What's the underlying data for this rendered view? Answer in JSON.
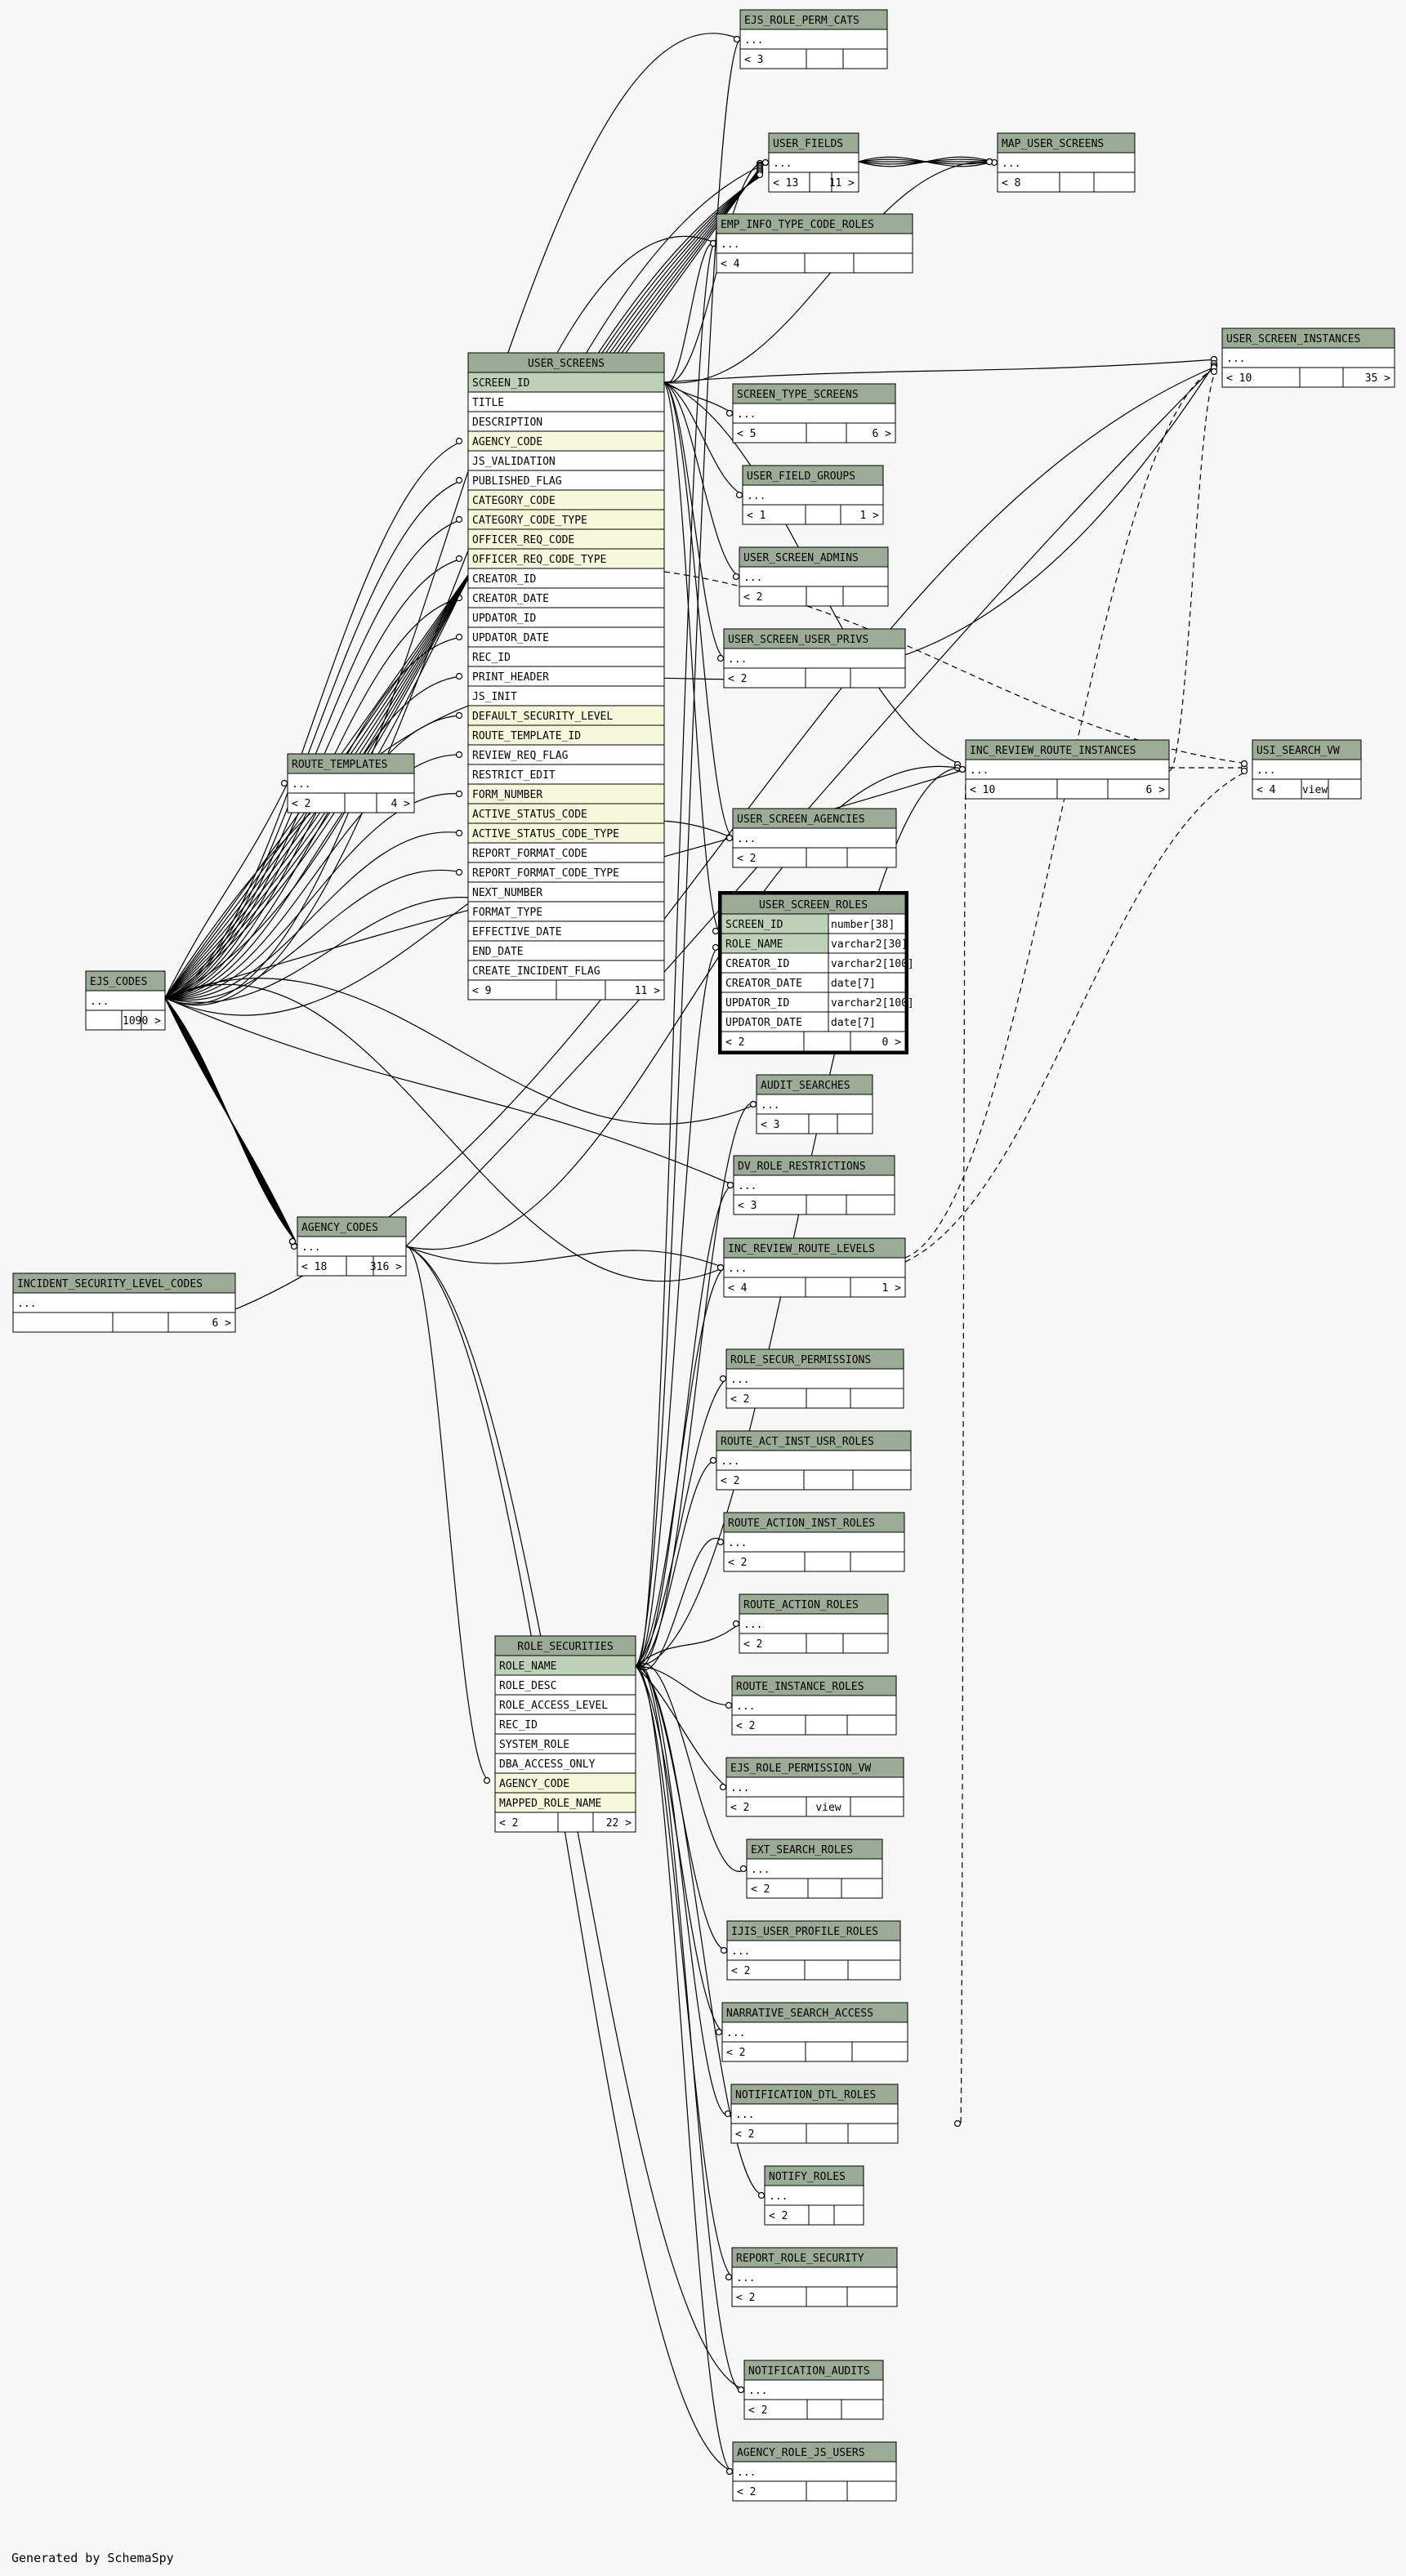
{
  "footer": "Generated by SchemaSpy",
  "colors": {
    "header": "#9bab96",
    "key": "#bed1b8",
    "fk": "#f4f7da",
    "body": "#ffffff",
    "line": "#000000",
    "background": "#f7f7f7"
  },
  "tables": [
    {
      "id": "ejs_role_perm_cats",
      "name": "EJS_ROLE_PERM_CATS",
      "body": "...",
      "footer": [
        "< 3",
        "",
        ""
      ]
    },
    {
      "id": "user_fields",
      "name": "USER_FIELDS",
      "body": "...",
      "footer": [
        "< 13",
        "",
        "11 >"
      ]
    },
    {
      "id": "map_user_screens",
      "name": "MAP_USER_SCREENS",
      "body": "...",
      "footer": [
        "< 8",
        "",
        ""
      ]
    },
    {
      "id": "emp_info_type_code_roles",
      "name": "EMP_INFO_TYPE_CODE_ROLES",
      "body": "...",
      "footer": [
        "< 4",
        "",
        ""
      ]
    },
    {
      "id": "user_screen_instances",
      "name": "USER_SCREEN_INSTANCES",
      "body": "...",
      "footer": [
        "< 10",
        "",
        "35 >"
      ]
    },
    {
      "id": "screen_type_screens",
      "name": "SCREEN_TYPE_SCREENS",
      "body": "...",
      "footer": [
        "< 5",
        "",
        "6 >"
      ]
    },
    {
      "id": "user_field_groups",
      "name": "USER_FIELD_GROUPS",
      "body": "...",
      "footer": [
        "< 1",
        "",
        "1 >"
      ]
    },
    {
      "id": "user_screen_admins",
      "name": "USER_SCREEN_ADMINS",
      "body": "...",
      "footer": [
        "< 2",
        "",
        ""
      ]
    },
    {
      "id": "user_screen_user_privs",
      "name": "USER_SCREEN_USER_PRIVS",
      "body": "...",
      "footer": [
        "< 2",
        "",
        ""
      ]
    },
    {
      "id": "inc_review_route_instances",
      "name": "INC_REVIEW_ROUTE_INSTANCES",
      "body": "...",
      "footer": [
        "< 10",
        "",
        "6 >"
      ]
    },
    {
      "id": "usi_search_vw",
      "name": "USI_SEARCH_VW",
      "body": "...",
      "footer": [
        "< 4",
        "view",
        ""
      ]
    },
    {
      "id": "route_templates",
      "name": "ROUTE_TEMPLATES",
      "body": "...",
      "footer": [
        "< 2",
        "",
        "4 >"
      ]
    },
    {
      "id": "user_screen_agencies",
      "name": "USER_SCREEN_AGENCIES",
      "body": "...",
      "footer": [
        "< 2",
        "",
        ""
      ]
    },
    {
      "id": "ejs_codes",
      "name": "EJS_CODES",
      "body": "...",
      "footer": [
        "",
        "",
        "1090 >"
      ]
    },
    {
      "id": "audit_searches",
      "name": "AUDIT_SEARCHES",
      "body": "...",
      "footer": [
        "< 3",
        "",
        ""
      ]
    },
    {
      "id": "dv_role_restrictions",
      "name": "DV_ROLE_RESTRICTIONS",
      "body": "...",
      "footer": [
        "< 3",
        "",
        ""
      ]
    },
    {
      "id": "agency_codes",
      "name": "AGENCY_CODES",
      "body": "...",
      "footer": [
        "< 18",
        "",
        "316 >"
      ]
    },
    {
      "id": "inc_review_route_levels",
      "name": "INC_REVIEW_ROUTE_LEVELS",
      "body": "...",
      "footer": [
        "< 4",
        "",
        "1 >"
      ]
    },
    {
      "id": "incident_security_level_codes",
      "name": "INCIDENT_SECURITY_LEVEL_CODES",
      "body": "...",
      "footer": [
        "",
        "",
        "6 >"
      ]
    },
    {
      "id": "role_secur_permissions",
      "name": "ROLE_SECUR_PERMISSIONS",
      "body": "...",
      "footer": [
        "< 2",
        "",
        ""
      ]
    },
    {
      "id": "route_act_inst_usr_roles",
      "name": "ROUTE_ACT_INST_USR_ROLES",
      "body": "...",
      "footer": [
        "< 2",
        "",
        ""
      ]
    },
    {
      "id": "route_action_inst_roles",
      "name": "ROUTE_ACTION_INST_ROLES",
      "body": "...",
      "footer": [
        "< 2",
        "",
        ""
      ]
    },
    {
      "id": "route_action_roles",
      "name": "ROUTE_ACTION_ROLES",
      "body": "...",
      "footer": [
        "< 2",
        "",
        ""
      ]
    },
    {
      "id": "route_instance_roles",
      "name": "ROUTE_INSTANCE_ROLES",
      "body": "...",
      "footer": [
        "< 2",
        "",
        ""
      ]
    },
    {
      "id": "ejs_role_permission_vw",
      "name": "EJS_ROLE_PERMISSION_VW",
      "body": "...",
      "footer": [
        "< 2",
        "view",
        ""
      ]
    },
    {
      "id": "ext_search_roles",
      "name": "EXT_SEARCH_ROLES",
      "body": "...",
      "footer": [
        "< 2",
        "",
        ""
      ]
    },
    {
      "id": "ijis_user_profile_roles",
      "name": "IJIS_USER_PROFILE_ROLES",
      "body": "...",
      "footer": [
        "< 2",
        "",
        ""
      ]
    },
    {
      "id": "narrative_search_access",
      "name": "NARRATIVE_SEARCH_ACCESS",
      "body": "...",
      "footer": [
        "< 2",
        "",
        ""
      ]
    },
    {
      "id": "notification_dtl_roles",
      "name": "NOTIFICATION_DTL_ROLES",
      "body": "...",
      "footer": [
        "< 2",
        "",
        ""
      ]
    },
    {
      "id": "notify_roles",
      "name": "NOTIFY_ROLES",
      "body": "...",
      "footer": [
        "< 2",
        "",
        ""
      ]
    },
    {
      "id": "report_role_security",
      "name": "REPORT_ROLE_SECURITY",
      "body": "...",
      "footer": [
        "< 2",
        "",
        ""
      ]
    },
    {
      "id": "notification_audits",
      "name": "NOTIFICATION_AUDITS",
      "body": "...",
      "footer": [
        "< 2",
        "",
        ""
      ]
    },
    {
      "id": "agency_role_js_users",
      "name": "AGENCY_ROLE_JS_USERS",
      "body": "...",
      "footer": [
        "< 2",
        "",
        ""
      ]
    }
  ],
  "user_screens": {
    "name": "USER_SCREENS",
    "columns": [
      {
        "name": "SCREEN_ID",
        "kind": "key"
      },
      {
        "name": "TITLE",
        "kind": "plain"
      },
      {
        "name": "DESCRIPTION",
        "kind": "plain"
      },
      {
        "name": "AGENCY_CODE",
        "kind": "fk"
      },
      {
        "name": "JS_VALIDATION",
        "kind": "plain"
      },
      {
        "name": "PUBLISHED_FLAG",
        "kind": "plain"
      },
      {
        "name": "CATEGORY_CODE",
        "kind": "fk"
      },
      {
        "name": "CATEGORY_CODE_TYPE",
        "kind": "fk"
      },
      {
        "name": "OFFICER_REQ_CODE",
        "kind": "fk"
      },
      {
        "name": "OFFICER_REQ_CODE_TYPE",
        "kind": "fk"
      },
      {
        "name": "CREATOR_ID",
        "kind": "plain"
      },
      {
        "name": "CREATOR_DATE",
        "kind": "plain"
      },
      {
        "name": "UPDATOR_ID",
        "kind": "plain"
      },
      {
        "name": "UPDATOR_DATE",
        "kind": "plain"
      },
      {
        "name": "REC_ID",
        "kind": "plain"
      },
      {
        "name": "PRINT_HEADER",
        "kind": "plain"
      },
      {
        "name": "JS_INIT",
        "kind": "plain"
      },
      {
        "name": "DEFAULT_SECURITY_LEVEL",
        "kind": "fk"
      },
      {
        "name": "ROUTE_TEMPLATE_ID",
        "kind": "fk"
      },
      {
        "name": "REVIEW_REQ_FLAG",
        "kind": "plain"
      },
      {
        "name": "RESTRICT_EDIT",
        "kind": "plain"
      },
      {
        "name": "FORM_NUMBER",
        "kind": "fk"
      },
      {
        "name": "ACTIVE_STATUS_CODE",
        "kind": "fk"
      },
      {
        "name": "ACTIVE_STATUS_CODE_TYPE",
        "kind": "fk"
      },
      {
        "name": "REPORT_FORMAT_CODE",
        "kind": "plain"
      },
      {
        "name": "REPORT_FORMAT_CODE_TYPE",
        "kind": "plain"
      },
      {
        "name": "NEXT_NUMBER",
        "kind": "plain"
      },
      {
        "name": "FORMAT_TYPE",
        "kind": "plain"
      },
      {
        "name": "EFFECTIVE_DATE",
        "kind": "plain"
      },
      {
        "name": "END_DATE",
        "kind": "plain"
      },
      {
        "name": "CREATE_INCIDENT_FLAG",
        "kind": "plain"
      }
    ],
    "footer": [
      "< 9",
      "",
      "11 >"
    ]
  },
  "user_screen_roles": {
    "name": "USER_SCREEN_ROLES",
    "columns": [
      {
        "name": "SCREEN_ID",
        "type": "number[38]",
        "kind": "key"
      },
      {
        "name": "ROLE_NAME",
        "type": "varchar2[30]",
        "kind": "key"
      },
      {
        "name": "CREATOR_ID",
        "type": "varchar2[100]",
        "kind": "plain"
      },
      {
        "name": "CREATOR_DATE",
        "type": "date[7]",
        "kind": "plain"
      },
      {
        "name": "UPDATOR_ID",
        "type": "varchar2[100]",
        "kind": "plain"
      },
      {
        "name": "UPDATOR_DATE",
        "type": "date[7]",
        "kind": "plain"
      }
    ],
    "footer": [
      "< 2",
      "",
      "0 >"
    ]
  },
  "role_securities": {
    "name": "ROLE_SECURITIES",
    "columns": [
      {
        "name": "ROLE_NAME",
        "kind": "key"
      },
      {
        "name": "ROLE_DESC",
        "kind": "plain"
      },
      {
        "name": "ROLE_ACCESS_LEVEL",
        "kind": "plain"
      },
      {
        "name": "REC_ID",
        "kind": "plain"
      },
      {
        "name": "SYSTEM_ROLE",
        "kind": "plain"
      },
      {
        "name": "DBA_ACCESS_ONLY",
        "kind": "plain"
      },
      {
        "name": "AGENCY_CODE",
        "kind": "fk"
      },
      {
        "name": "MAPPED_ROLE_NAME",
        "kind": "fk"
      }
    ],
    "footer": [
      "< 2",
      "",
      "22 >"
    ]
  }
}
